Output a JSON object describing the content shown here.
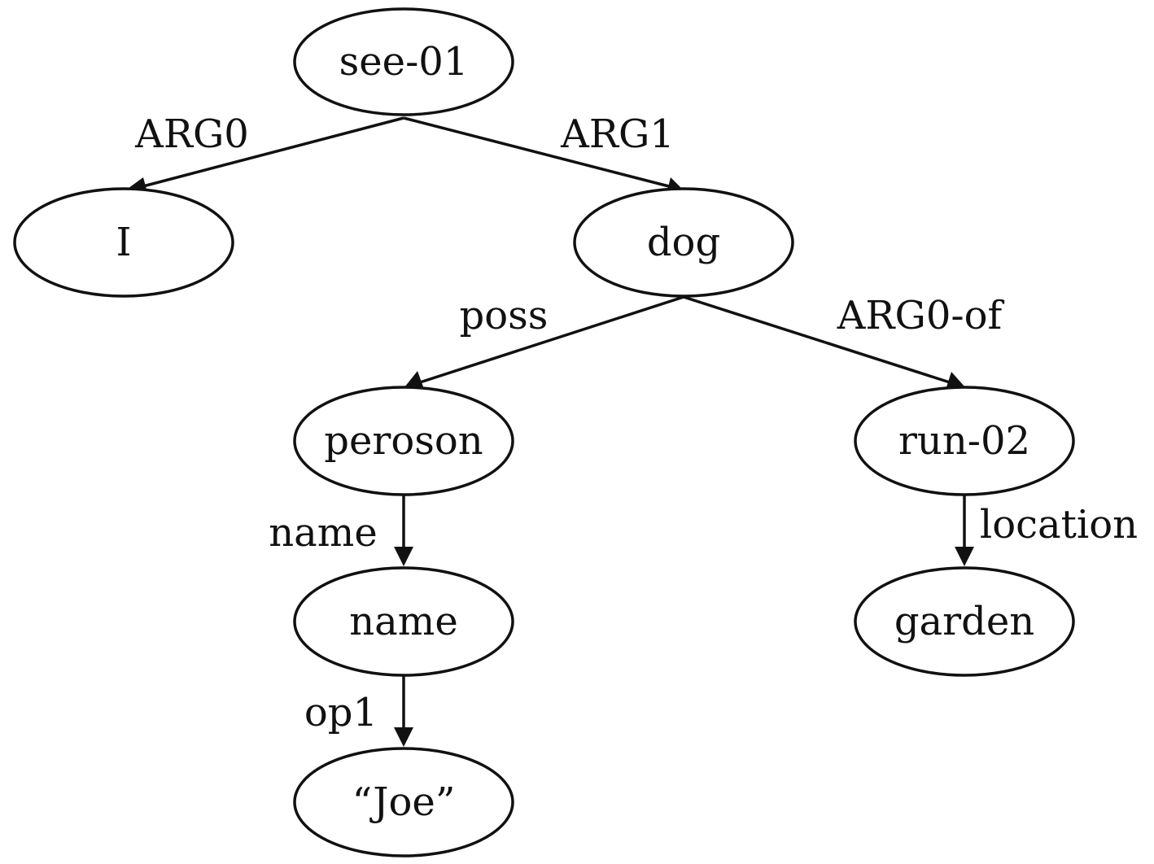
{
  "nodes": {
    "see": "see-01",
    "i": "I",
    "dog": "dog",
    "person": "peroson",
    "run": "run-02",
    "name": "name",
    "garden": "garden",
    "joe": "“Joe”"
  },
  "edges": {
    "see_i": "ARG0",
    "see_dog": "ARG1",
    "dog_person": "poss",
    "dog_run": "ARG0-of",
    "person_name": "name",
    "run_garden": "location",
    "name_joe": "op1"
  },
  "colors": {
    "stroke": "#111111",
    "fill": "#ffffff"
  }
}
